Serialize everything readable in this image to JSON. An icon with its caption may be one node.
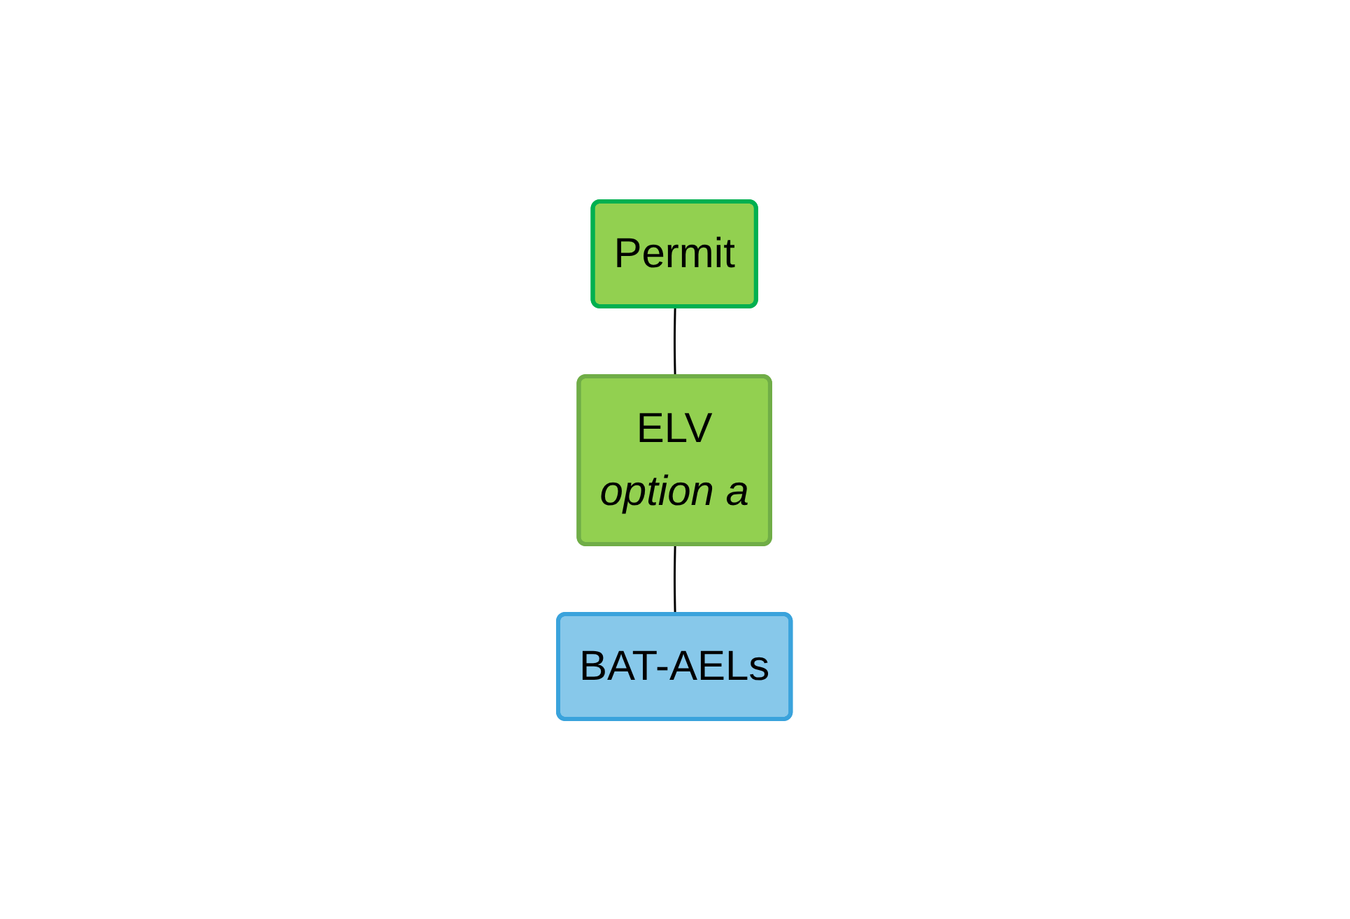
{
  "diagram": {
    "nodes": [
      {
        "text": [
          "Permit"
        ]
      },
      {
        "text": [
          "ELV",
          "option a"
        ]
      },
      {
        "text": [
          "BAT-AELs"
        ]
      }
    ],
    "edges": [
      {
        "from": 0,
        "to": 1,
        "arrow": "none"
      },
      {
        "from": 1,
        "to": 2,
        "arrow": "none"
      }
    ]
  }
}
